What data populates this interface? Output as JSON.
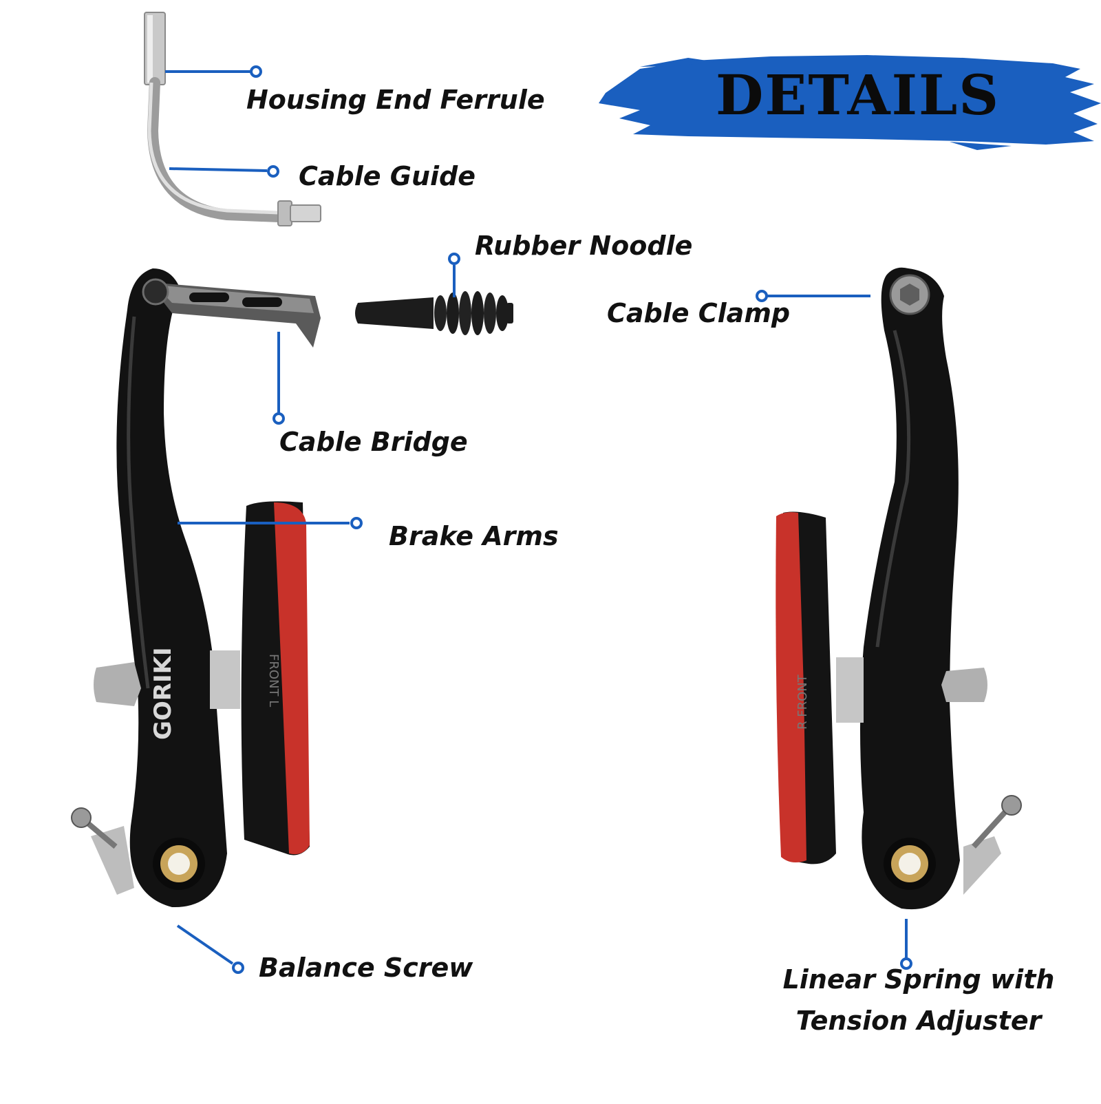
{
  "banner": {
    "title": "DETAILS"
  },
  "colors": {
    "accent": "#1a5fbf",
    "pad": "#c8322a",
    "arm": "#111111",
    "metal": "#b8b8b8"
  },
  "labels": {
    "housing_end_ferrule": "Housing End Ferrule",
    "cable_guide": "Cable Guide",
    "rubber_noodle": "Rubber Noodle",
    "cable_clamp": "Cable Clamp",
    "cable_bridge": "Cable Bridge",
    "brake_arms": "Brake Arms",
    "balance_screw": "Balance Screw",
    "linear_spring_line1": "Linear Spring with",
    "linear_spring_line2": "Tension Adjuster"
  },
  "brand": "GORIKI",
  "pad_text": {
    "left": "FRONT L",
    "right": "R FRONT"
  }
}
